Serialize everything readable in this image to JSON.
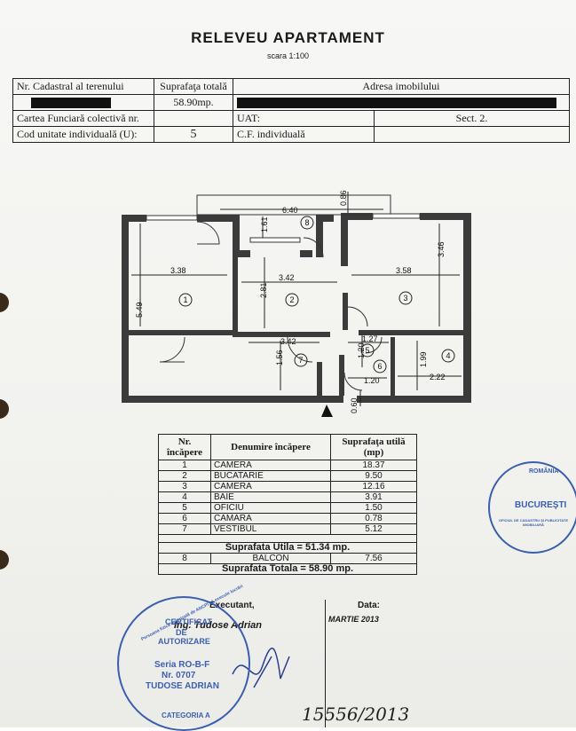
{
  "header": {
    "title": "RELEVEU  APARTAMENT",
    "scale": "scara 1:100"
  },
  "info_table": {
    "r1": [
      "Nr. Cadastral al terenului",
      "Suprafaţa totală",
      "Adresa imobilului"
    ],
    "r2_area": "58.90mp.",
    "r3": [
      "Cartea Funciară colectivă nr.",
      "UAT:",
      "Sect. 2."
    ],
    "r4": [
      "Cod unitate individuală (U):",
      "5",
      "C.F. individuală"
    ]
  },
  "plan": {
    "dims": [
      "6.40",
      "0.86",
      "1.61",
      "3.38",
      "3.42",
      "3.58",
      "3.46",
      "5.49",
      "2.81",
      "3.42",
      "1.27",
      "1.20",
      "1.56",
      "1.99",
      "2.22",
      "1.20",
      "0.60"
    ],
    "room_numbers": [
      "1",
      "2",
      "3",
      "4",
      "5",
      "6",
      "7",
      "8"
    ]
  },
  "rooms_table": {
    "headers": [
      "Nr. încăpere",
      "Denumire încăpere",
      "Suprafaţa utilă (mp)"
    ],
    "rows": [
      {
        "nr": "1",
        "name": "CAMERA",
        "area": "18.37"
      },
      {
        "nr": "2",
        "name": "BUCATARIE",
        "area": "9.50"
      },
      {
        "nr": "3",
        "name": "CAMERA",
        "area": "12.16"
      },
      {
        "nr": "4",
        "name": "BAIE",
        "area": "3.91"
      },
      {
        "nr": "5",
        "name": "OFICIU",
        "area": "1.50"
      },
      {
        "nr": "6",
        "name": "CAMARA",
        "area": "0.78"
      },
      {
        "nr": "7",
        "name": "VESTIBUL",
        "area": "5.12"
      }
    ],
    "useful_total": "Suprafata Utila = 51.34 mp.",
    "balcony": {
      "nr": "8",
      "name": "BALCON",
      "area": "7.56"
    },
    "grand_total": "Suprafata Totala = 58.90 mp."
  },
  "footer": {
    "executant_label": "Executant,",
    "data_label": "Data:",
    "engineer": "Ing. Tudose Adrian",
    "date": "MARTIE 2013",
    "handwritten": "15556/2013"
  },
  "stamp_left": [
    "Persoana fizică autorizată de ANCPI să execute lucrări",
    "CERTIFICAT",
    "DE",
    "AUTORIZARE",
    "Seria RO-B-F",
    "Nr. 0707",
    "TUDOSE ADRIAN",
    "CATEGORIA A"
  ],
  "stamp_right": [
    "ROMÂNIA",
    "BUCUREŞTI",
    "OFICIUL DE CADASTRU ŞI PUBLICITATE IMOBILIARĂ"
  ]
}
